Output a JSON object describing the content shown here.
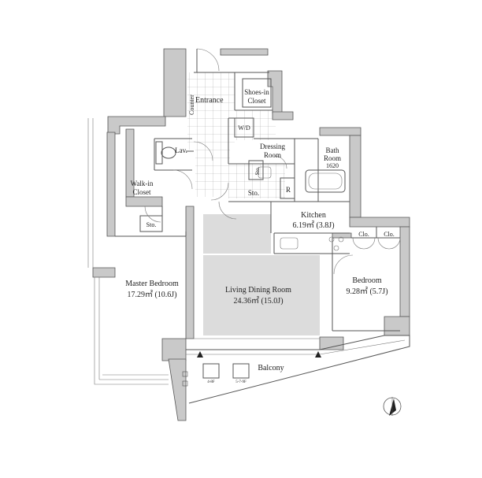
{
  "rooms": {
    "entrance": "Entrance",
    "counter": "Counter",
    "shoes_closet": [
      "Shoes-in",
      "Closet"
    ],
    "wd": "W/D",
    "lav": "Lav.",
    "dressing_room": [
      "Dressing",
      "Room"
    ],
    "bath_room": [
      "Bath",
      "Room",
      "1620"
    ],
    "walkin_closet": [
      "Walk-in",
      "Closet"
    ],
    "sto_small": "Sto.",
    "sto_hall": "Sto.",
    "sto_closet": "Sto.",
    "refrigerator": "R",
    "kitchen": {
      "name": "Kitchen",
      "area": "6.19㎡ (3.8J)"
    },
    "master_bedroom": {
      "name": "Master Bedroom",
      "area": "17.29㎡ (10.6J)"
    },
    "living_dining": {
      "name": "Living Dining Room",
      "area": "24.36㎡ (15.0J)"
    },
    "bedroom": {
      "name": "Bedroom",
      "area": "9.28㎡ (5.7J)"
    },
    "clo1": "Clo.",
    "clo2": "Clo.",
    "balcony": "Balcony",
    "unit_left": "4-8F",
    "unit_right": "5-7-9F"
  },
  "colors": {
    "wall": "#c9c9c9",
    "floor_shade": "#dcdcdc",
    "line": "#555555"
  },
  "icons": [
    "north-arrow-icon",
    "stove-icon",
    "bathtub-icon",
    "toilet-icon"
  ]
}
